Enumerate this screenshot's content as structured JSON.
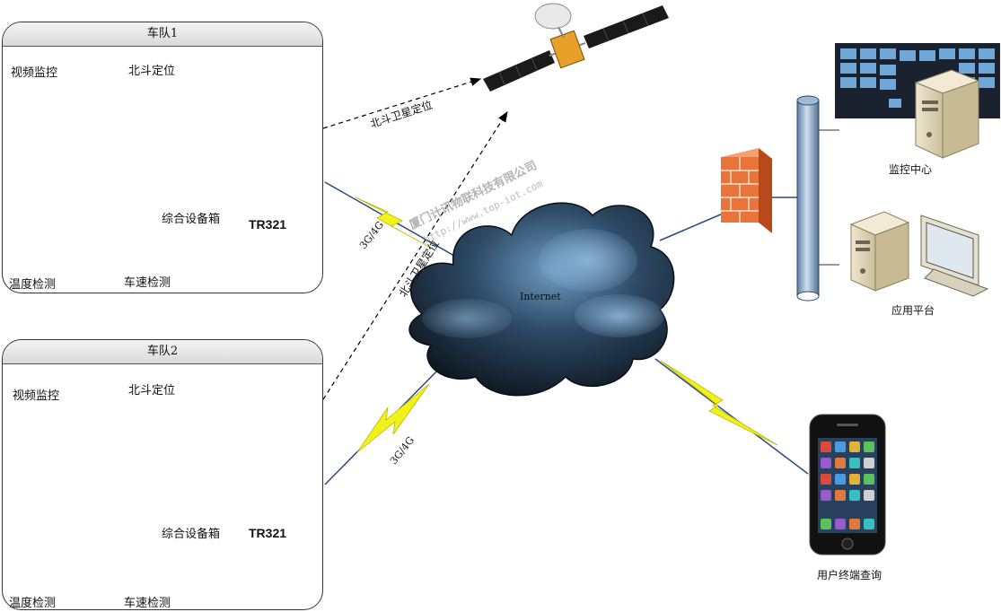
{
  "fleet1": {
    "title": "车队1",
    "video": "视频监控",
    "beidou": "北斗定位",
    "box": "综合设备箱",
    "tracker": "TR321",
    "temp": "温度检测",
    "speed": "车速检测"
  },
  "fleet2": {
    "title": "车队2",
    "video": "视频监控",
    "beidou": "北斗定位",
    "box": "综合设备箱",
    "tracker": "TR321",
    "temp": "温度检测",
    "speed": "车速检测"
  },
  "links": {
    "sat_upper": "北斗卫星定位",
    "sat_lower": "北斗卫星定位",
    "net_upper": "3G/4G",
    "net_lower": "3G/4G"
  },
  "cloud": {
    "label": "Internet"
  },
  "right": {
    "monitor_center": "监控中心",
    "app_platform": "应用平台",
    "user_terminal": "用户终端查询"
  },
  "watermark": {
    "company": "厦门计讯物联科技有限公司",
    "url": "http://www.top-iot.com"
  },
  "colors": {
    "lightning": "#f2f21a",
    "cloud_dark": "#1c2a38",
    "cloud_light": "#5b88b0",
    "firewall": "#e8743a",
    "line": "#2a4a7a"
  }
}
